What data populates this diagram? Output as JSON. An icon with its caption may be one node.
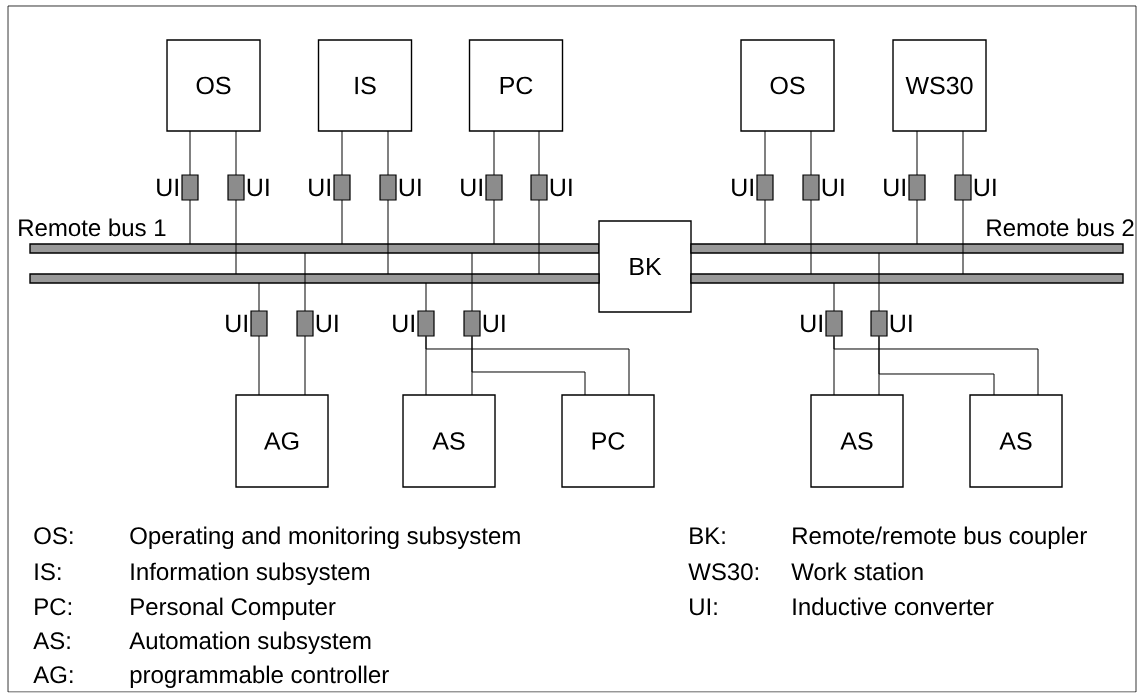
{
  "diagram": {
    "nodes": [
      {
        "text": [
          "OS"
        ]
      },
      {
        "text": [
          "IS"
        ]
      },
      {
        "text": [
          "PC"
        ]
      },
      {
        "text": [
          "OS"
        ]
      },
      {
        "text": [
          "WS30"
        ]
      },
      {
        "text": [
          "UI"
        ]
      },
      {
        "text": [
          "UI"
        ]
      },
      {
        "text": [
          "UI"
        ]
      },
      {
        "text": [
          "UI"
        ]
      },
      {
        "text": [
          "UI"
        ]
      },
      {
        "text": [
          "UI"
        ]
      },
      {
        "text": [
          "UI"
        ]
      },
      {
        "text": [
          "UI"
        ]
      },
      {
        "text": [
          "UI"
        ]
      },
      {
        "text": [
          "UI"
        ]
      },
      {
        "text": [],
        "shape": "bar"
      },
      {
        "text": [
          "BK"
        ]
      },
      {
        "text": [],
        "shape": "bar"
      },
      {
        "text": [],
        "shape": "bar"
      },
      {
        "text": [],
        "shape": "bar"
      },
      {
        "text": [
          "UI"
        ]
      },
      {
        "text": [
          "UI"
        ]
      },
      {
        "text": [
          "UI"
        ]
      },
      {
        "text": [
          "UI"
        ]
      },
      {
        "text": [
          "UI"
        ]
      },
      {
        "text": [
          "UI"
        ]
      },
      {
        "text": [
          "AG"
        ]
      },
      {
        "text": [
          "AS"
        ]
      },
      {
        "text": [
          "PC"
        ]
      },
      {
        "text": [
          "AS"
        ]
      },
      {
        "text": [
          "AS"
        ]
      }
    ],
    "edges": [
      {
        "from": 0,
        "to": 5,
        "arrow": "none"
      },
      {
        "from": 0,
        "to": 6,
        "arrow": "none"
      },
      {
        "from": 1,
        "to": 7,
        "arrow": "none"
      },
      {
        "from": 1,
        "to": 8,
        "arrow": "none"
      },
      {
        "from": 2,
        "to": 9,
        "arrow": "none"
      },
      {
        "from": 2,
        "to": 10,
        "arrow": "none"
      },
      {
        "from": 3,
        "to": 11,
        "arrow": "none"
      },
      {
        "from": 3,
        "to": 12,
        "arrow": "none"
      },
      {
        "from": 4,
        "to": 13,
        "arrow": "none"
      },
      {
        "from": 4,
        "to": 14,
        "arrow": "none"
      },
      {
        "from": 5,
        "to": 15,
        "arrow": "none"
      },
      {
        "from": 6,
        "to": 18,
        "arrow": "none"
      },
      {
        "from": 7,
        "to": 15,
        "arrow": "none"
      },
      {
        "from": 8,
        "to": 18,
        "arrow": "none"
      },
      {
        "from": 9,
        "to": 15,
        "arrow": "none"
      },
      {
        "from": 10,
        "to": 18,
        "arrow": "none"
      },
      {
        "from": 11,
        "to": 17,
        "arrow": "none"
      },
      {
        "from": 12,
        "to": 19,
        "arrow": "none"
      },
      {
        "from": 13,
        "to": 17,
        "arrow": "none"
      },
      {
        "from": 14,
        "to": 19,
        "arrow": "none"
      },
      {
        "from": 18,
        "to": 20,
        "arrow": "none"
      },
      {
        "from": 15,
        "to": 21,
        "arrow": "none"
      },
      {
        "from": 18,
        "to": 22,
        "arrow": "none"
      },
      {
        "from": 15,
        "to": 23,
        "arrow": "none"
      },
      {
        "from": 19,
        "to": 24,
        "arrow": "none"
      },
      {
        "from": 17,
        "to": 25,
        "arrow": "none"
      },
      {
        "from": 20,
        "to": 26,
        "arrow": "none"
      },
      {
        "from": 21,
        "to": 26,
        "arrow": "none"
      },
      {
        "from": 22,
        "to": 27,
        "arrow": "none"
      },
      {
        "from": 22,
        "to": 28,
        "arrow": "none"
      },
      {
        "from": 23,
        "to": 27,
        "arrow": "none"
      },
      {
        "from": 23,
        "to": 28,
        "arrow": "none"
      },
      {
        "from": 24,
        "to": 29,
        "arrow": "none"
      },
      {
        "from": 24,
        "to": 30,
        "arrow": "none"
      },
      {
        "from": 25,
        "to": 29,
        "arrow": "none"
      },
      {
        "from": 25,
        "to": 30,
        "arrow": "none"
      }
    ],
    "labels": [
      "Remote bus 1",
      "Remote bus 2",
      "OS:",
      "Operating and monitoring subsystem",
      "BK:",
      "Remote/remote bus coupler",
      "IS:",
      "Information subsystem",
      "WS30:",
      "Work station",
      "PC:",
      "Personal Computer",
      "UI:",
      "Inductive converter",
      "AS:",
      "Automation subsystem",
      "AG:",
      "programmable controller"
    ]
  }
}
